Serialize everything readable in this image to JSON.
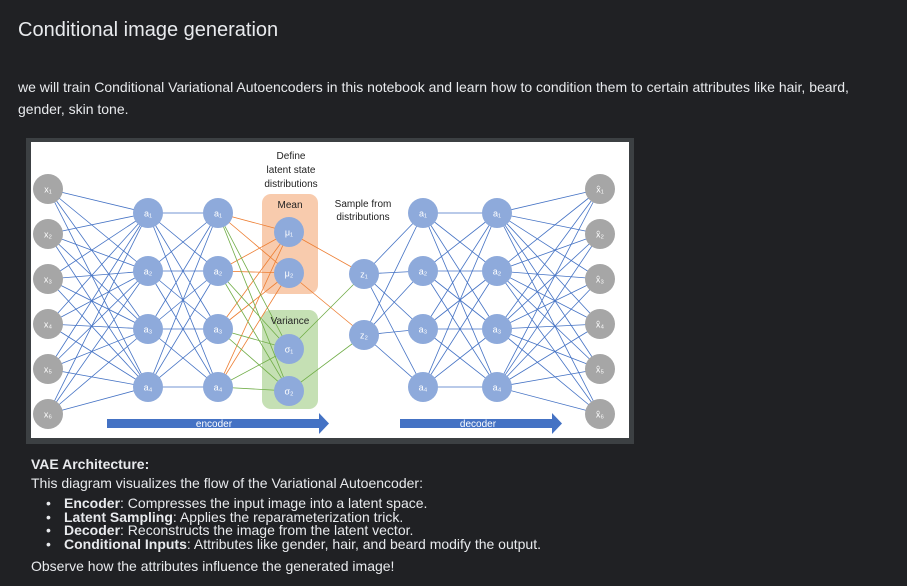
{
  "cell": {
    "title": "Conditional image generation",
    "intro": "we will train Conditional Variational Autoencoders in this notebook and learn how to condition them to certain attributes like hair, beard, gender, skin tone."
  },
  "figure": {
    "define_label_lines": [
      "Define",
      "latent state",
      "distributions"
    ],
    "sample_label_lines": [
      "Sample from",
      "distributions"
    ],
    "mean_label": "Mean",
    "variance_label": "Variance",
    "encoder_label": "encoder",
    "decoder_label": "decoder",
    "input_nodes": [
      "x₁",
      "x₂",
      "x₃",
      "x₄",
      "x₅",
      "x₆"
    ],
    "output_nodes": [
      "x̂₁",
      "x̂₂",
      "x̂₃",
      "x̂₄",
      "x̂₅",
      "x̂₆"
    ],
    "hidden_nodes": [
      "a₁",
      "a₂",
      "a₃",
      "a₄"
    ],
    "mean_nodes": [
      "μ₁",
      "μ₂"
    ],
    "variance_nodes": [
      "σ₁",
      "σ₂"
    ],
    "latent_nodes": [
      "z₁",
      "z₂"
    ],
    "colors": {
      "node_blue": "#8eaadb",
      "node_gray": "#a6a6a6",
      "edge_blue": "#4472c4",
      "edge_orange": "#ed7d31",
      "edge_green": "#70ad47",
      "mean_box": "#f8cbad",
      "variance_box": "#c5e0b4",
      "arrow": "#4472c4"
    }
  },
  "description": {
    "heading": "VAE Architecture:",
    "text": "This diagram visualizes the flow of the Variational Autoencoder:",
    "points": [
      {
        "term": "Encoder",
        "detail": ": Compresses the input image into a latent space."
      },
      {
        "term": "Latent Sampling",
        "detail": ": Applies the reparameterization trick."
      },
      {
        "term": "Decoder",
        "detail": ": Reconstructs the image from the latent vector."
      },
      {
        "term": "Conditional Inputs",
        "detail": ": Attributes like gender, hair, and beard modify the output."
      }
    ],
    "closing": "Observe how the attributes influence the generated image!"
  }
}
